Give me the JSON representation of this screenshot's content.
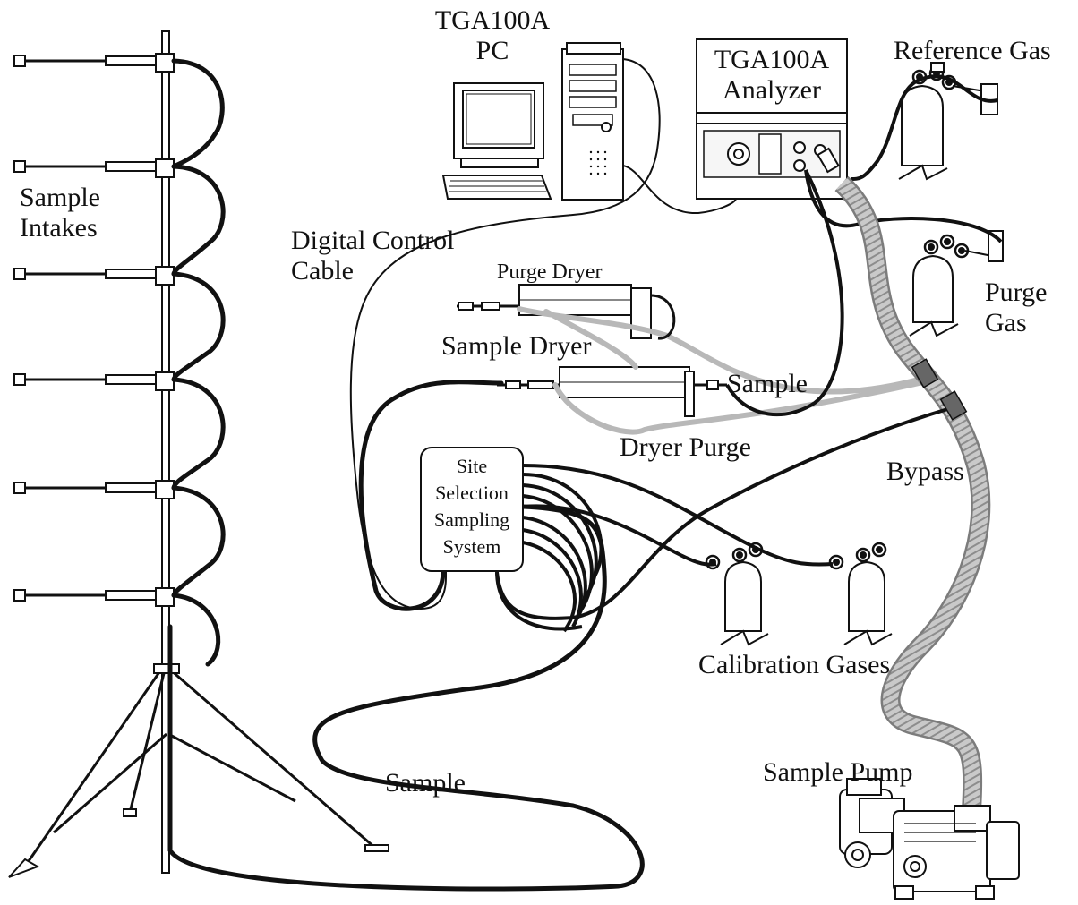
{
  "labels": {
    "pc_title_line1": "TGA100A",
    "pc_title_line2": "PC",
    "analyzer_line1": "TGA100A",
    "analyzer_line2": "Analyzer",
    "reference_gas": "Reference Gas",
    "sample_intakes_line1": "Sample",
    "sample_intakes_line2": "Intakes",
    "digital_control_line1": "Digital Control",
    "digital_control_line2": "Cable",
    "purge_dryer": "Purge Dryer",
    "purge_gas_line1": "Purge",
    "purge_gas_line2": "Gas",
    "sample_dryer": "Sample Dryer",
    "sample_right": "Sample",
    "dryer_purge": "Dryer Purge",
    "bypass": "Bypass",
    "site_line1": "Site",
    "site_line2": "Selection",
    "site_line3": "Sampling",
    "site_line4": "System",
    "calibration_gases": "Calibration Gases",
    "sample_pump": "Sample Pump",
    "sample_bottom": "Sample"
  },
  "colors": {
    "ink": "#111111",
    "tube_gray": "#b8b8b8",
    "hose_gray": "#c4c4c4",
    "hose_rib": "#888888",
    "panel_fill": "#f6f6f6"
  },
  "icons": {
    "computer": "desktop-computer-icon",
    "analyzer": "analyzer-instrument-icon",
    "cylinder": "gas-cylinder-icon",
    "pump": "vacuum-pump-icon",
    "tower": "sampling-tower-icon"
  }
}
